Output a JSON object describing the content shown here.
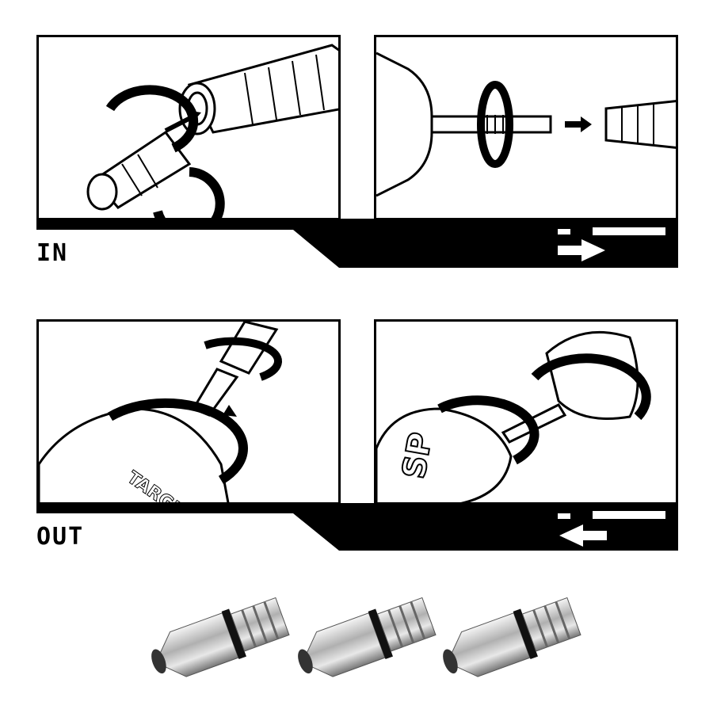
{
  "steps": [
    {
      "label": "IN",
      "direction": "right"
    },
    {
      "label": "OUT",
      "direction": "left"
    }
  ],
  "flight_texts": {
    "flight_left": "TARGET",
    "flight_right": "SP"
  },
  "colors": {
    "ink": "#000000",
    "paper": "#ffffff",
    "metal": "#b8b8b8"
  }
}
